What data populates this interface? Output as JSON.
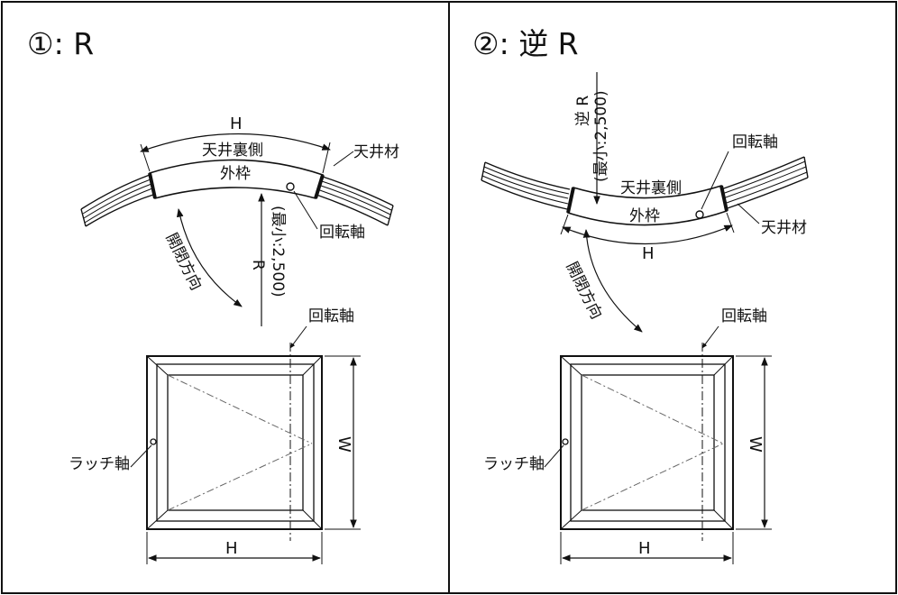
{
  "panels": [
    {
      "title": "①: R",
      "labels": {
        "ceiling_back": "天井裏側",
        "outer_frame": "外枠",
        "ceiling_material": "天井材",
        "pivot_axis": "回転軸",
        "open_close_direction": "開閉方向",
        "radius_letter": "R",
        "radius_min": "(最小:2,500)",
        "pivot_axis_plan": "回転軸",
        "latch_axis": "ラッチ軸",
        "dim_h_top": "H",
        "dim_h_bottom": "H",
        "dim_w": "W"
      }
    },
    {
      "title": "②: 逆 R",
      "labels": {
        "ceiling_back": "天井裏側",
        "outer_frame": "外枠",
        "ceiling_material": "天井材",
        "pivot_axis": "回転軸",
        "open_close_direction": "開閉方向",
        "radius_letter": "逆 R",
        "radius_min": "(最小:2,500)",
        "pivot_axis_plan": "回転軸",
        "latch_axis": "ラッチ軸",
        "dim_h_top": "H",
        "dim_h_bottom": "H",
        "dim_w": "W"
      }
    }
  ]
}
